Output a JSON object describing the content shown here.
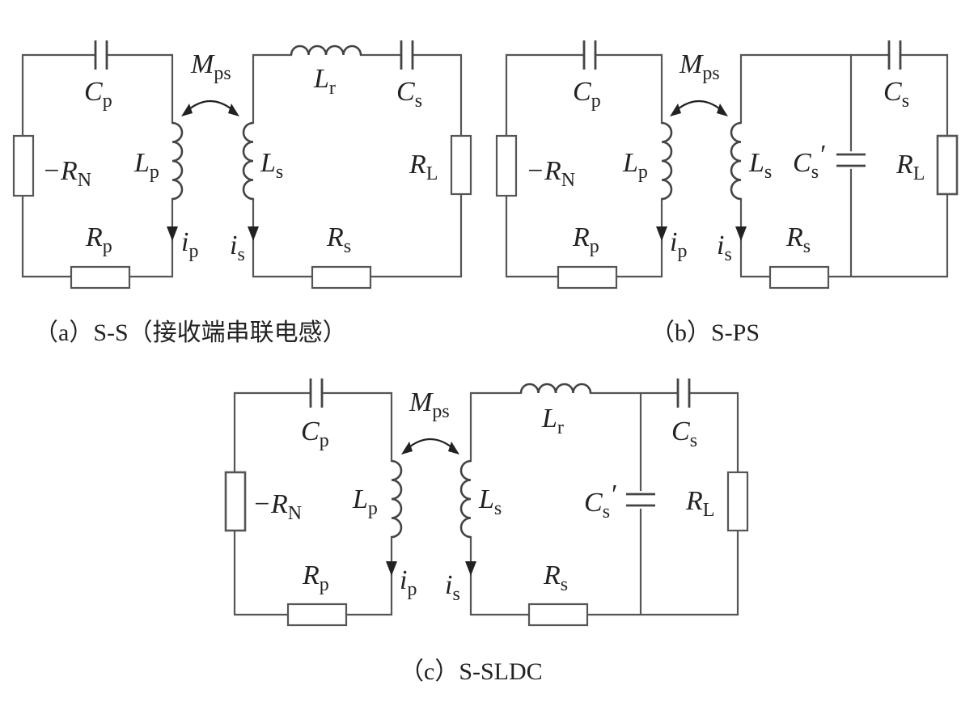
{
  "circuit_a": {
    "caption": "（a）S-S（接收端串联电感）",
    "Cp": {
      "main": "C",
      "sub": "p"
    },
    "RN": {
      "main": "−R",
      "sub": "N"
    },
    "Lp": {
      "main": "L",
      "sub": "p"
    },
    "Rp": {
      "main": "R",
      "sub": "p"
    },
    "ip": {
      "main": "i",
      "sub": "p"
    },
    "Mps": {
      "main": "M",
      "sub": "ps"
    },
    "Lr": {
      "main": "L",
      "sub": "r"
    },
    "Cs": {
      "main": "C",
      "sub": "s"
    },
    "Ls": {
      "main": "L",
      "sub": "s"
    },
    "RL": {
      "main": "R",
      "sub": "L"
    },
    "is": {
      "main": "i",
      "sub": "s"
    },
    "Rs": {
      "main": "R",
      "sub": "s"
    }
  },
  "circuit_b": {
    "caption": "（b）S-PS",
    "Cp": {
      "main": "C",
      "sub": "p"
    },
    "RN": {
      "main": "−R",
      "sub": "N"
    },
    "Lp": {
      "main": "L",
      "sub": "p"
    },
    "Rp": {
      "main": "R",
      "sub": "p"
    },
    "ip": {
      "main": "i",
      "sub": "p"
    },
    "Mps": {
      "main": "M",
      "sub": "ps"
    },
    "Cs": {
      "main": "C",
      "sub": "s"
    },
    "Csp": {
      "main": "C",
      "sub": "s",
      "prime": "′"
    },
    "Ls": {
      "main": "L",
      "sub": "s"
    },
    "RL": {
      "main": "R",
      "sub": "L"
    },
    "is": {
      "main": "i",
      "sub": "s"
    },
    "Rs": {
      "main": "R",
      "sub": "s"
    }
  },
  "circuit_c": {
    "caption": "（c）S-SLDC",
    "Cp": {
      "main": "C",
      "sub": "p"
    },
    "RN": {
      "main": "−R",
      "sub": "N"
    },
    "Lp": {
      "main": "L",
      "sub": "p"
    },
    "Rp": {
      "main": "R",
      "sub": "p"
    },
    "ip": {
      "main": "i",
      "sub": "p"
    },
    "Mps": {
      "main": "M",
      "sub": "ps"
    },
    "Lr": {
      "main": "L",
      "sub": "r"
    },
    "Cs": {
      "main": "C",
      "sub": "s"
    },
    "Csp": {
      "main": "C",
      "sub": "s",
      "prime": "′"
    },
    "Ls": {
      "main": "L",
      "sub": "s"
    },
    "RL": {
      "main": "R",
      "sub": "L"
    },
    "is": {
      "main": "i",
      "sub": "s"
    },
    "Rs": {
      "main": "R",
      "sub": "s"
    }
  }
}
